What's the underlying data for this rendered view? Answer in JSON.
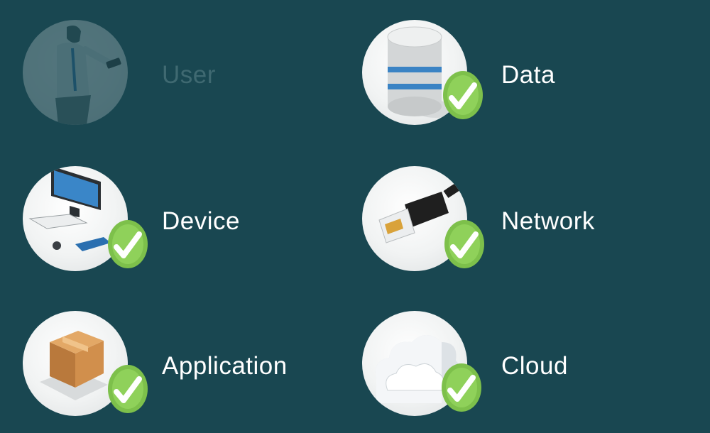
{
  "items": [
    {
      "label": "User",
      "icon": "person-icon",
      "checked": false,
      "dimmed": true
    },
    {
      "label": "Data",
      "icon": "database-icon",
      "checked": true,
      "dimmed": false
    },
    {
      "label": "Device",
      "icon": "computer-icon",
      "checked": true,
      "dimmed": false
    },
    {
      "label": "Network",
      "icon": "ethernet-cable-icon",
      "checked": true,
      "dimmed": false
    },
    {
      "label": "Application",
      "icon": "package-box-icon",
      "checked": true,
      "dimmed": false
    },
    {
      "label": "Cloud",
      "icon": "cloud-icon",
      "checked": true,
      "dimmed": false
    }
  ],
  "colors": {
    "background": "#194751",
    "check_green": "#7dc04b",
    "dim_text": "#3f6971"
  }
}
